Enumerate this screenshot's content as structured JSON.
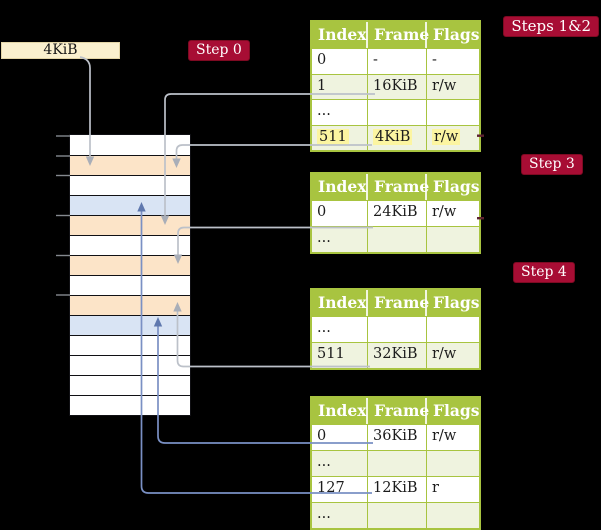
{
  "colors": {
    "background": "#000000",
    "badge_bg": "#A70D34",
    "badge_border": "#7E0A22",
    "table_header_green": "#A8C440",
    "table_row_green": "#EFF3DF",
    "table_row_white": "#FFFFFF",
    "memory_peach": "#FCE4C8",
    "memory_blue": "#D9E4F4",
    "frame_box_cream": "#FAF0CE",
    "yellow_highlight": "#FCF5A1",
    "gray_arrow": "#BCC1C9",
    "blue_arrow": "#7A90C4"
  },
  "frame_label": {
    "text": "4KiB"
  },
  "badges": {
    "step0": "Step 0",
    "steps12": "Steps 1&2",
    "step3": "Step 3",
    "step4": "Step 4"
  },
  "memory": {
    "rows": [
      "white",
      "peach",
      "white",
      "blue",
      "peach",
      "white",
      "peach",
      "white",
      "peach",
      "blue",
      "white",
      "white",
      "white",
      "white"
    ]
  },
  "tables": [
    {
      "columns": [
        "Index",
        "Frame",
        "Flags"
      ],
      "rows": [
        {
          "cells": [
            "0",
            "-",
            "-"
          ],
          "shade": false,
          "highlight": false
        },
        {
          "cells": [
            "1",
            "16KiB",
            "r/w"
          ],
          "shade": true,
          "highlight": false
        },
        {
          "cells": [
            "...",
            "",
            ""
          ],
          "shade": false,
          "highlight": false
        },
        {
          "cells": [
            "511",
            "4KiB",
            "r/w"
          ],
          "shade": true,
          "highlight": true
        }
      ]
    },
    {
      "columns": [
        "Index",
        "Frame",
        "Flags"
      ],
      "rows": [
        {
          "cells": [
            "0",
            "24KiB",
            "r/w"
          ],
          "shade": false,
          "highlight": false
        },
        {
          "cells": [
            "...",
            "",
            ""
          ],
          "shade": true,
          "highlight": false
        }
      ]
    },
    {
      "columns": [
        "Index",
        "Frame",
        "Flags"
      ],
      "rows": [
        {
          "cells": [
            "...",
            "",
            ""
          ],
          "shade": false,
          "highlight": false
        },
        {
          "cells": [
            "511",
            "32KiB",
            "r/w"
          ],
          "shade": true,
          "highlight": false
        }
      ]
    },
    {
      "columns": [
        "Index",
        "Frame",
        "Flags"
      ],
      "rows": [
        {
          "cells": [
            "0",
            "36KiB",
            "r/w"
          ],
          "shade": false,
          "highlight": false
        },
        {
          "cells": [
            "...",
            "",
            ""
          ],
          "shade": true,
          "highlight": false
        },
        {
          "cells": [
            "127",
            "12KiB",
            "r"
          ],
          "shade": false,
          "highlight": false
        },
        {
          "cells": [
            "...",
            "",
            ""
          ],
          "shade": true,
          "highlight": false
        }
      ]
    }
  ]
}
